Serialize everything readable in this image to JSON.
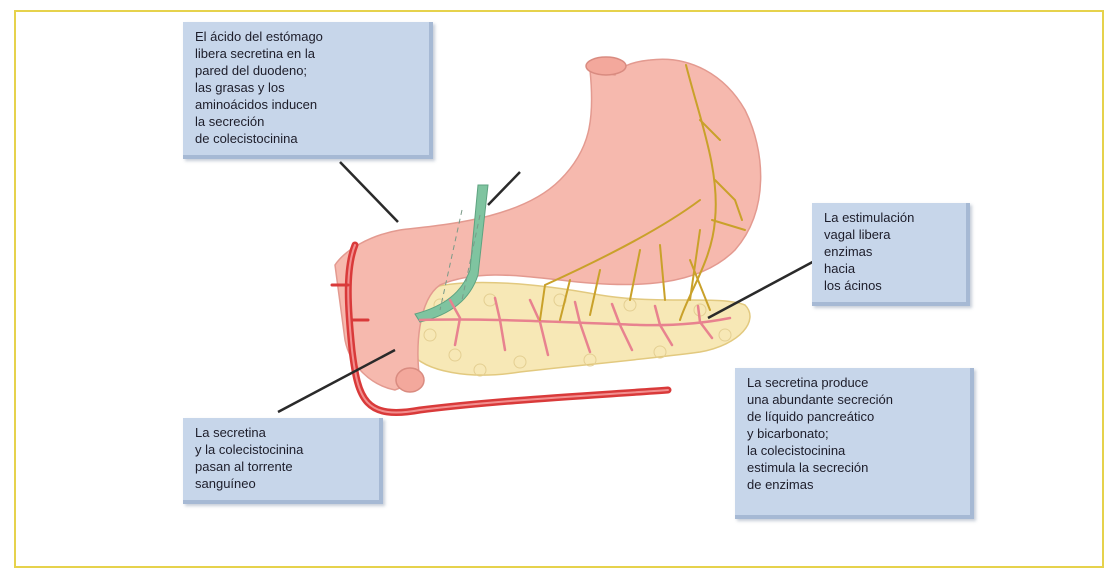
{
  "colors": {
    "frame_border": "#e6d24c",
    "label_fill": "#c7d6ea",
    "stomach": "#f6b9ae",
    "nerve": "#c9a12a",
    "artery": "#d93a3a",
    "pancreas": "#f7e8b6",
    "duct": "#e8828f",
    "bile_duct": "#7fc4a0"
  },
  "labels": {
    "stomach_acid": "El ácido del estómago\nlibera secretina en la\npared del duodeno;\nlas grasas y los\naminoácidos inducen\nla secreción\nde colecistocinina",
    "vagal": "La estimulación\nvagal libera\nenzimas\nhacia\nlos ácinos",
    "secretin_effect": "La secretina produce\nuna abundante secreción\nde líquido pancreático\ny bicarbonato;\nla colecistocinina\nestimula la secreción\nde enzimas",
    "bloodstream": "La secretina\ny la colecistocinina\npasan al torrente\nsanguíneo"
  }
}
